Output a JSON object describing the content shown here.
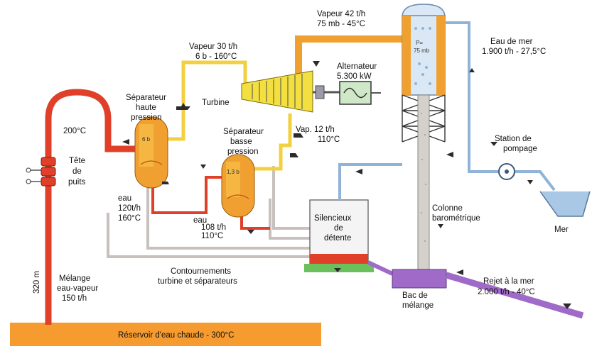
{
  "colors": {
    "hot_red": "#e0402a",
    "pink_pipe": "#e8a7a0",
    "orange_vessel": "#f0a030",
    "yellow_steam": "#f3d040",
    "grey_pipe": "#c8c0bc",
    "blue_water": "#8fb4d8",
    "purple_reject": "#a06ac8",
    "reservoir_orange": "#f59b2f",
    "green_base": "#6ac05a"
  },
  "labels": {
    "vapeur42": [
      "Vapeur 42 t/h",
      "75 mb - 45°C"
    ],
    "vapeur30": [
      "Vapeur 30 t/h",
      "6 b - 160°C"
    ],
    "eau_de_mer": [
      "Eau de mer",
      "1.900 t/h - 27,5°C"
    ],
    "alternateur": [
      "Alternateur",
      "5.300 kW"
    ],
    "turbine": "Turbine",
    "sep_haute": [
      "Séparateur",
      "haute",
      "pression"
    ],
    "sep_basse": [
      "Séparateur",
      "basse",
      "pression"
    ],
    "temp_200": "200°C",
    "vap12": [
      "Vap. 12 t/h",
      "110°C"
    ],
    "station": [
      "Station de",
      "pompage"
    ],
    "tete": [
      "Tête",
      "de",
      "puits"
    ],
    "eau120": [
      "eau",
      "120t/h",
      "160°C"
    ],
    "eau108": [
      "eau",
      "108 t/h",
      "110°C"
    ],
    "silencieux": [
      "Silencieux",
      "de",
      "détente"
    ],
    "colonne": [
      "Colonne",
      "barométrique"
    ],
    "mer": "Mer",
    "contournements": [
      "Contournements",
      "turbine et séparateurs"
    ],
    "melange": [
      "Mélange",
      "eau-vapeur",
      "150 t/h"
    ],
    "depth": "320 m",
    "rejet": [
      "Rejet à la mer",
      "2.000 t/h - 40°C"
    ],
    "bac": [
      "Bac de",
      "mélange"
    ],
    "reservoir": "Réservoir d'eau chaude - 300°C",
    "condenser_p": "P=",
    "condenser_mb": "75 mb",
    "sep_hp_p": "6 b",
    "sep_bp_p": "1,3 b"
  }
}
